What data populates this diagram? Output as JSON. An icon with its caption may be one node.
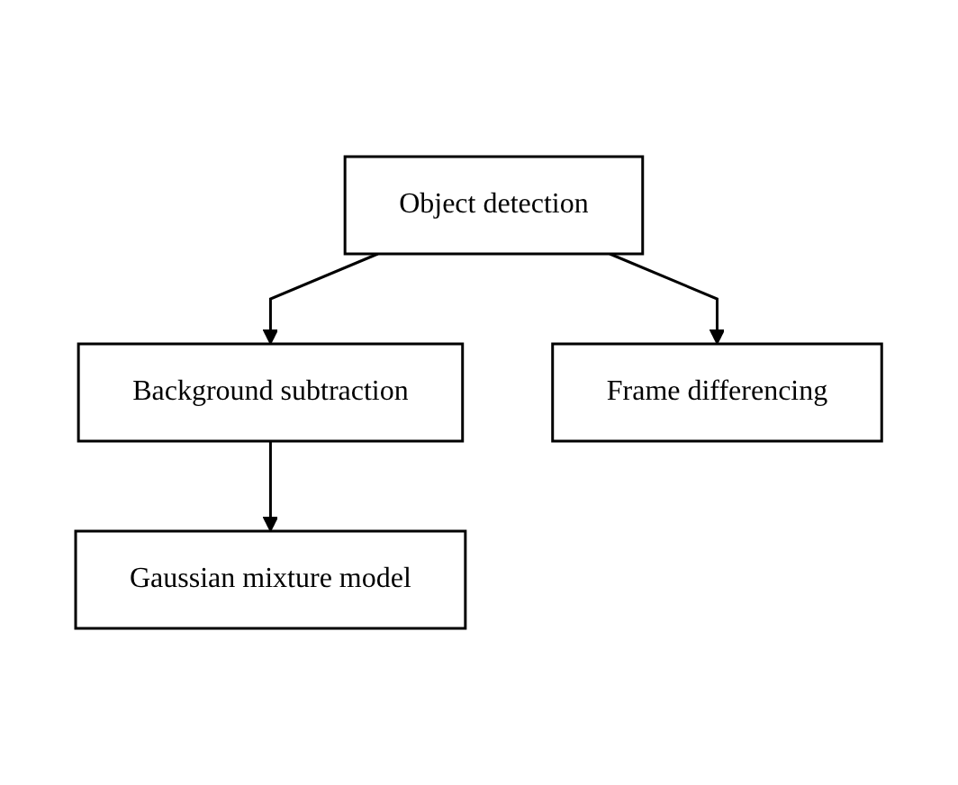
{
  "diagram": {
    "nodes": [
      {
        "text": [
          "Object detection"
        ]
      },
      {
        "text": [
          "Background subtraction"
        ]
      },
      {
        "text": [
          "Frame differencing"
        ]
      },
      {
        "text": [
          "Gaussian mixture model"
        ]
      }
    ],
    "edges": [
      {
        "from": 0,
        "to": 1,
        "arrow": "to"
      },
      {
        "from": 0,
        "to": 2,
        "arrow": "to"
      },
      {
        "from": 1,
        "to": 3,
        "arrow": "to"
      }
    ]
  }
}
